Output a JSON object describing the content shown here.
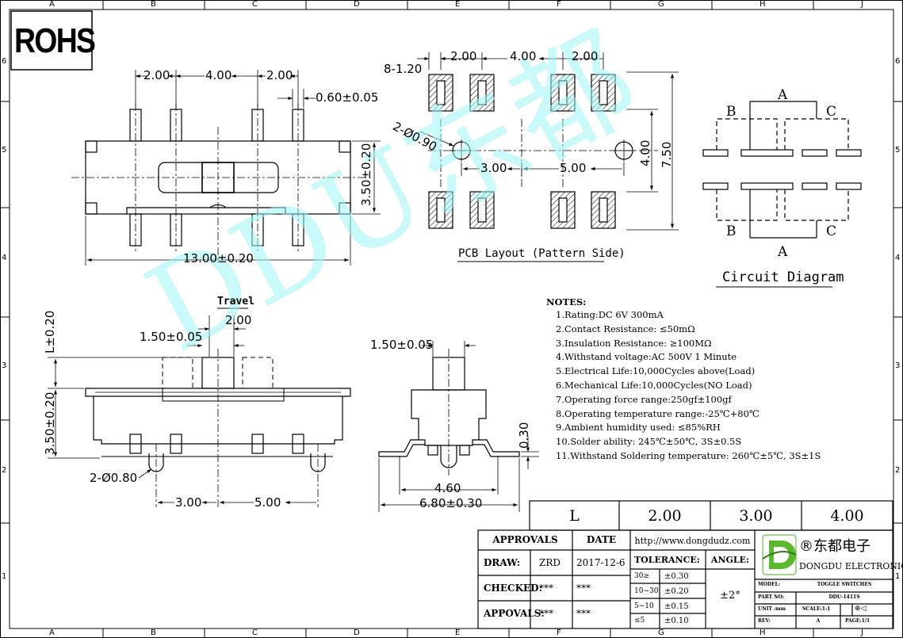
{
  "border": {
    "columns": [
      "A",
      "B",
      "C",
      "D",
      "E",
      "F",
      "G",
      "H",
      "J"
    ],
    "rows": [
      "6",
      "5",
      "4",
      "3",
      "2",
      "1"
    ]
  },
  "rohs_label": "ROHS",
  "watermark": "DDU东都",
  "top_view": {
    "pitch_left": "2.00",
    "pitch_center": "4.00",
    "pitch_right": "2.00",
    "pin_width": "0.60±0.05",
    "height": "3.50±0.20",
    "length": "13.00±0.20"
  },
  "pcb_layout": {
    "pad_size": "8-1.20",
    "pitch_left": "2.00",
    "pitch_center": "4.00",
    "pitch_right": "2.00",
    "holes": "2-Ø0.90",
    "hole_left": "3.00",
    "hole_right": "5.00",
    "row_pitch": "4.00",
    "overall": "7.50",
    "title": "PCB Layout (Pattern Side)"
  },
  "circuit": {
    "title": "Circuit Diagram",
    "label_a_top": "A",
    "label_b_top": "B",
    "label_c_top": "C",
    "label_a_bottom": "A",
    "label_b_bottom": "B",
    "label_c_bottom": "C"
  },
  "side_view": {
    "travel_label": "Travel",
    "travel": "2.00",
    "actuator_width": "1.50±0.05",
    "actuator_height": "L±0.20",
    "body_height": "3.50±0.20",
    "holes": "2-Ø0.80",
    "pos_left": "3.00",
    "pos_right": "5.00"
  },
  "end_view": {
    "actuator_width": "1.50±0.05",
    "thickness": "0.30",
    "inner": "4.60",
    "outer": "6.80±0.30"
  },
  "notes": {
    "title": "NOTES:",
    "items": [
      "1.Rating:DC 6V 300mA",
      "2.Contact Resistance: ≤50mΩ",
      "3.Insulation Resistance: ≥100MΩ",
      "4.Withstand voltage:AC 500V 1 Minute",
      "5.Electrical Life:10,000Cycles above(Load)",
      "6.Mechanical Life:10,000Cycles(NO Load)",
      "7.Operating force range:250gf±100gf",
      "8.Operating temperature range:-25℃+80℃",
      "9.Ambient humidity used: ≤85%RH",
      "10.Solder ability: 245℃±50℃, 3S±0.5S",
      "11.Withstand Soldering temperature: 260℃±5℃, 3S±1S"
    ]
  },
  "l_table": {
    "header": "L",
    "values": [
      "2.00",
      "3.00",
      "4.00"
    ]
  },
  "title_block": {
    "approvals_header": "APPROVALS",
    "date_header": "DATE",
    "rows": [
      {
        "label": "DRAW:",
        "name": "ZRD",
        "date": "2017-12-6"
      },
      {
        "label": "CHECKED:",
        "name": "***",
        "date": "***"
      },
      {
        "label": "APPOVALS:",
        "name": "***",
        "date": "***"
      }
    ],
    "url": "http://www.dongdudz.com",
    "tolerance_header": "TOLERANCE:",
    "angle_header": "ANGLE:",
    "tolerances": [
      {
        "range": "30≥",
        "tol": "±0.30"
      },
      {
        "range": "10~30",
        "tol": "±0.20"
      },
      {
        "range": "5~10",
        "tol": "±0.15"
      },
      {
        "range": "≤5",
        "tol": "±0.10"
      }
    ],
    "angle": "±2°",
    "company_cn": "®东都电子",
    "company_en": "DONGDU ELECTRONICS",
    "model_label": "MODEL:",
    "model_value": "TOGGLE SWITCHES",
    "part_label": "PART NO:",
    "part_value": "DDU-1411S",
    "unit_label": "UNIT :mm",
    "scale_label": "SCALE:1:1",
    "proj_symbol": "⊕◁",
    "rev_label": "REV:",
    "rev_value": "A",
    "page_label": "PAGE:1/1"
  }
}
